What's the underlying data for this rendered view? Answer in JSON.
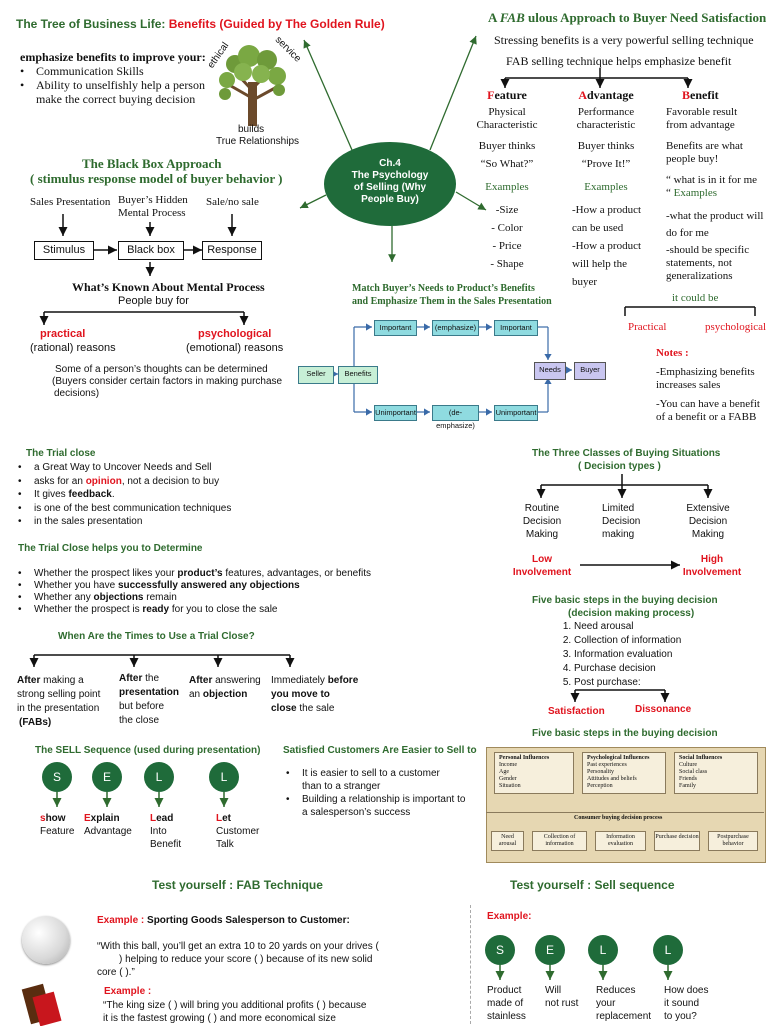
{
  "tree": {
    "title_a": "The Tree of Business Life: ",
    "title_b": "Benefits (Guided by The Golden Rule)",
    "emphasize": "emphasize benefits to improve your:",
    "items": [
      "Communication Skills",
      "Ability to unselfishly help a person make the correct buying decision"
    ],
    "label_ethical": "ethical",
    "label_service": "service",
    "label_builds": "builds",
    "label_true": "True Relationships"
  },
  "center": {
    "l1": "Ch.4",
    "l2": "The Psychology",
    "l3": "of Selling (Why",
    "l4": "People Buy)"
  },
  "fab": {
    "title_a": "A ",
    "title_b": "FAB",
    "title_c": " ulous Approach to Buyer Need Satisfaction",
    "subtitle1": "Stressing benefits is a very powerful selling technique",
    "subtitle2": "FAB selling technique helps emphasize benefit",
    "feature": {
      "head1": "F",
      "head2": "eature",
      "l1": "Physical",
      "l2": "Characteristic",
      "l3": "Buyer thinks",
      "l4": "“So What?”",
      "ex": "Examples",
      "items": [
        "-Size",
        "- Color",
        "- Price",
        "- Shape"
      ]
    },
    "advantage": {
      "head1": "A",
      "head2": "dvantage",
      "l1": "Performance",
      "l2": "characteristic",
      "l3": "Buyer thinks",
      "l4": "“Prove It!”",
      "ex": "Examples",
      "items": [
        "-How a product",
        "can be used",
        "-How a product",
        "will help the buyer"
      ]
    },
    "benefit": {
      "head1": "B",
      "head2": "enefit",
      "l1": "Favorable result",
      "l2": "from advantage",
      "l3": "Benefits are what",
      "l4": "people buy!",
      "l5": "“ what is in it for me",
      "l6a": "“ ",
      "l6b": "Examples",
      "items": [
        "-what the product will",
        "do for me",
        "-should be specific",
        "statements, not",
        "generalizations"
      ]
    },
    "could_be": "it could be",
    "practical": "Practical",
    "psychological": "psychological",
    "notes_title": "Notes :",
    "notes": [
      "-Emphasizing benefits",
      "increases sales",
      "-You can have a benefit",
      "of a benefit or a FABB"
    ]
  },
  "blackbox": {
    "title": "The Black Box Approach",
    "subtitle": "( stimulus response model of buyer behavior )",
    "col1": "Sales Presentation",
    "col2a": "Buyer’s Hidden",
    "col2b": "Mental Process",
    "col3": "Sale/no sale",
    "stimulus": "Stimulus",
    "box": "Black box",
    "response": "Response",
    "known": "What’s Known About Mental Process",
    "people_buy": "People buy for",
    "practical": "practical",
    "rational": "(rational) reasons",
    "psychological": "psychological",
    "emotional": "(emotional) reasons",
    "note1": "Some of a person’s thoughts can be determined",
    "note2": "(Buyers consider certain factors in making purchase",
    "note3": "decisions)"
  },
  "match": {
    "title1": "Match Buyer’s Needs to Product’s Benefits",
    "title2": "and Emphasize Them in the Sales Presentation",
    "seller": "Seller",
    "benefits": "Benefits",
    "important1": "Important",
    "emphasize": "(emphasize)",
    "important2": "Important",
    "unimportant1": "Unimportant",
    "deemphasize": "(de-emphasize)",
    "unimportant2": "Unimportant",
    "needs": "Needs",
    "buyer": "Buyer"
  },
  "trial": {
    "title": "The Trial close",
    "items": [
      [
        "a Great Way to Uncover Needs and Sell",
        "",
        ""
      ],
      [
        "asks for an ",
        "opinion",
        ", not a decision to buy"
      ],
      [
        "It gives ",
        "feedback",
        "."
      ],
      [
        "is one of the best communication techniques",
        "",
        ""
      ],
      [
        " in the sales presentation",
        "",
        ""
      ]
    ],
    "determine_title": "The Trial Close helps you to Determine",
    "determine": [
      [
        "Whether the prospect likes your ",
        "product’s",
        " features, advantages, or benefits"
      ],
      [
        "Whether you have ",
        "successfully answered any objections",
        ""
      ],
      [
        "Whether any ",
        "objections",
        " remain"
      ],
      [
        "Whether the prospect is ",
        "ready",
        " for you to close the sale"
      ]
    ],
    "times_title": "When Are the Times to Use a Trial Close?",
    "t1": {
      "a": "After",
      "b": " making a",
      "c": "strong selling point",
      "d": "in the presentation",
      "e": "(FABs)"
    },
    "t2": {
      "a": "After",
      "b": " the",
      "c": "presentation",
      "d": "but before",
      "e": "the close"
    },
    "t3": {
      "a": "After",
      "b": " answering",
      "c": "an ",
      "d": "objection"
    },
    "t4": {
      "a": "Immediately ",
      "b": "before",
      "c": "you move to",
      "d": "close",
      "e": " the sale"
    }
  },
  "classes": {
    "title1": "The Three Classes of Buying Situations",
    "title2": "( Decision types )",
    "routine": [
      "Routine",
      "Decision",
      "Making"
    ],
    "limited": [
      "Limited",
      "Decision",
      "making"
    ],
    "extensive": [
      "Extensive",
      "Decision",
      "Making"
    ],
    "low1": "Low",
    "low2": "Involvement",
    "high1": "High",
    "high2": "Involvement"
  },
  "five": {
    "title1": "Five basic steps in the buying decision",
    "title2": "(decision making process)",
    "steps": [
      "Need arousal",
      "Collection of information",
      "Information evaluation",
      "Purchase decision",
      "Post purchase:"
    ],
    "satisfaction": "Satisfaction",
    "dissonance": "Dissonance",
    "title3": "Five basic steps in the buying decision"
  },
  "influences": {
    "personal_title": "Personal Influences",
    "personal": [
      "Income",
      "Age",
      "Gender",
      "Situation"
    ],
    "psych_title": "Psychological Influences",
    "psych": [
      "Past experiences",
      "Personality",
      "Attitudes and beliefs",
      "Perception"
    ],
    "social_title": "Social Influences",
    "social": [
      "Culture",
      "Social class",
      "Friends",
      "Family"
    ],
    "process": "Consumer buying decision process",
    "steps": [
      "Need arousal",
      "Collection of information",
      "Information evaluation",
      "Purchase decision",
      "Postpurchase behavior"
    ]
  },
  "sell": {
    "title": "The SELL Sequence (used during presentation)",
    "letters": [
      "S",
      "E",
      "L",
      "L"
    ],
    "words": [
      {
        "first": "s",
        "rest": "how",
        "l2": "Feature",
        "l3": ""
      },
      {
        "first": "E",
        "rest": "xplain",
        "l2": "Advantage",
        "l3": ""
      },
      {
        "first": "L",
        "rest": "ead",
        "l2": "Into",
        "l3": "Benefit"
      },
      {
        "first": "L",
        "rest": "et",
        "l2": "Customer",
        "l3": "Talk"
      }
    ]
  },
  "satisfied": {
    "title": "Satisfied Customers Are Easier to Sell to",
    "items": [
      "It is easier to sell to a customer",
      "than to a stranger",
      "Building a relationship is important to",
      "a salesperson’s success"
    ]
  },
  "test_fab": {
    "title": "Test yourself  : FAB Technique",
    "example_label": "Example : ",
    "example_text": "Sporting Goods Salesperson to Customer:",
    "quote1": "“With this ball, you’ll get an extra 10 to 20 yards on your drives (",
    "quote2": ") helping to reduce your score (          ) because of its new solid",
    "quote3": "core (          ).”",
    "example2": "Example :",
    "quote4": "“The king size (          ) will bring you additional profits (          ) because",
    "quote5": "it is the fastest growing (                 ) and more economical size"
  },
  "test_sell": {
    "title": "Test yourself : Sell sequence",
    "example": "Example:",
    "letters": [
      "S",
      "E",
      "L",
      "L"
    ],
    "c1": [
      "Product",
      "made of",
      "stainless"
    ],
    "c2": [
      "Will",
      "not rust"
    ],
    "c3": [
      "Reduces",
      "your",
      "replacement"
    ],
    "c4": [
      "How does",
      "it sound",
      "to you?"
    ]
  },
  "colors": {
    "green": "#2f6b2f",
    "red": "#e0141e",
    "circle": "#1f6b3a",
    "teal": "#8fdbe0"
  }
}
